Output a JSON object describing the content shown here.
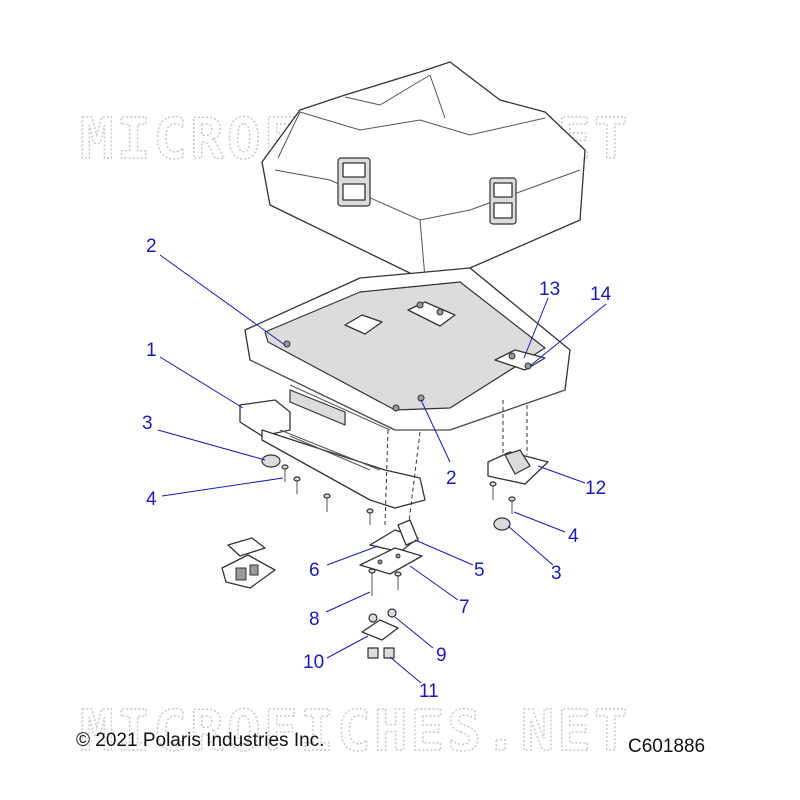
{
  "watermark": {
    "text": "MICROFICHES.NET"
  },
  "footer": {
    "copyright": "© 2021 Polaris Industries Inc.",
    "drawing_code": "C601886"
  },
  "callouts": {
    "c1": "1",
    "c2a": "2",
    "c2b": "2",
    "c3a": "3",
    "c3b": "3",
    "c4a": "4",
    "c4b": "4",
    "c5": "5",
    "c6": "6",
    "c7": "7",
    "c8": "8",
    "c9": "9",
    "c10": "10",
    "c11": "11",
    "c12": "12",
    "c13": "13",
    "c14": "14"
  },
  "colors": {
    "callout": "#1a1ab8",
    "outline": "#333333",
    "watermark": "#c9c9c9"
  }
}
